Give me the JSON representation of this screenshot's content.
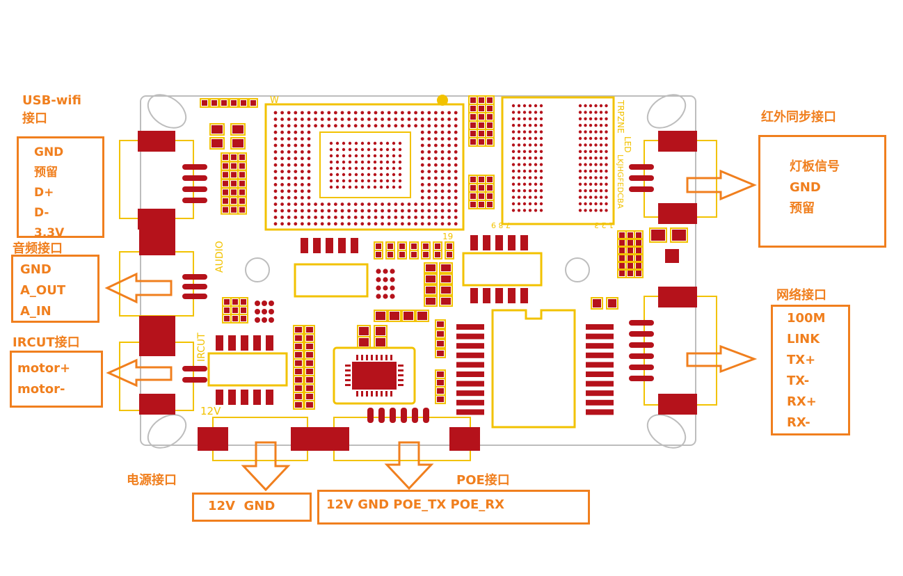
{
  "board": {
    "colors": {
      "pad": "#b5121b",
      "silk": "#f2c200",
      "outline": "#bdbdbd",
      "callout": "#f07f1e"
    },
    "silk_text": {
      "wifi_mark": "W",
      "audio_mark": "AUDIO",
      "ircut_mark": "IRCUT",
      "v12_mark": "12V",
      "chip_pin": "19",
      "header_right": "TRPZNE",
      "led_mark": "LED",
      "header_letters": "LKJHGFEDCBA",
      "header_nums_a": "7 8 9",
      "header_nums_b": "1 2 3"
    }
  },
  "usb_wifi": {
    "title_line1": "USB-wifi",
    "title_line2": "接口",
    "pins": [
      "GND",
      "预留",
      "D+",
      "D-",
      "3.3V"
    ]
  },
  "audio": {
    "title": "音频接口",
    "pins": [
      "GND",
      "A_OUT",
      "A_IN"
    ]
  },
  "ircut": {
    "title": "IRCUT接口",
    "pins": [
      "motor+",
      "motor-"
    ]
  },
  "ir_sync": {
    "title": "红外同步接口",
    "pins": [
      "灯板信号",
      "GND",
      "预留"
    ]
  },
  "network": {
    "title": "网络接口",
    "pins": [
      "100M",
      "LINK",
      "TX+",
      "TX-",
      "RX+",
      "RX-"
    ]
  },
  "power": {
    "title": "电源接口",
    "pins_text": "12V  GND"
  },
  "poe": {
    "title": "POE接口",
    "pins_text": "12V GND POE_TX POE_RX"
  }
}
